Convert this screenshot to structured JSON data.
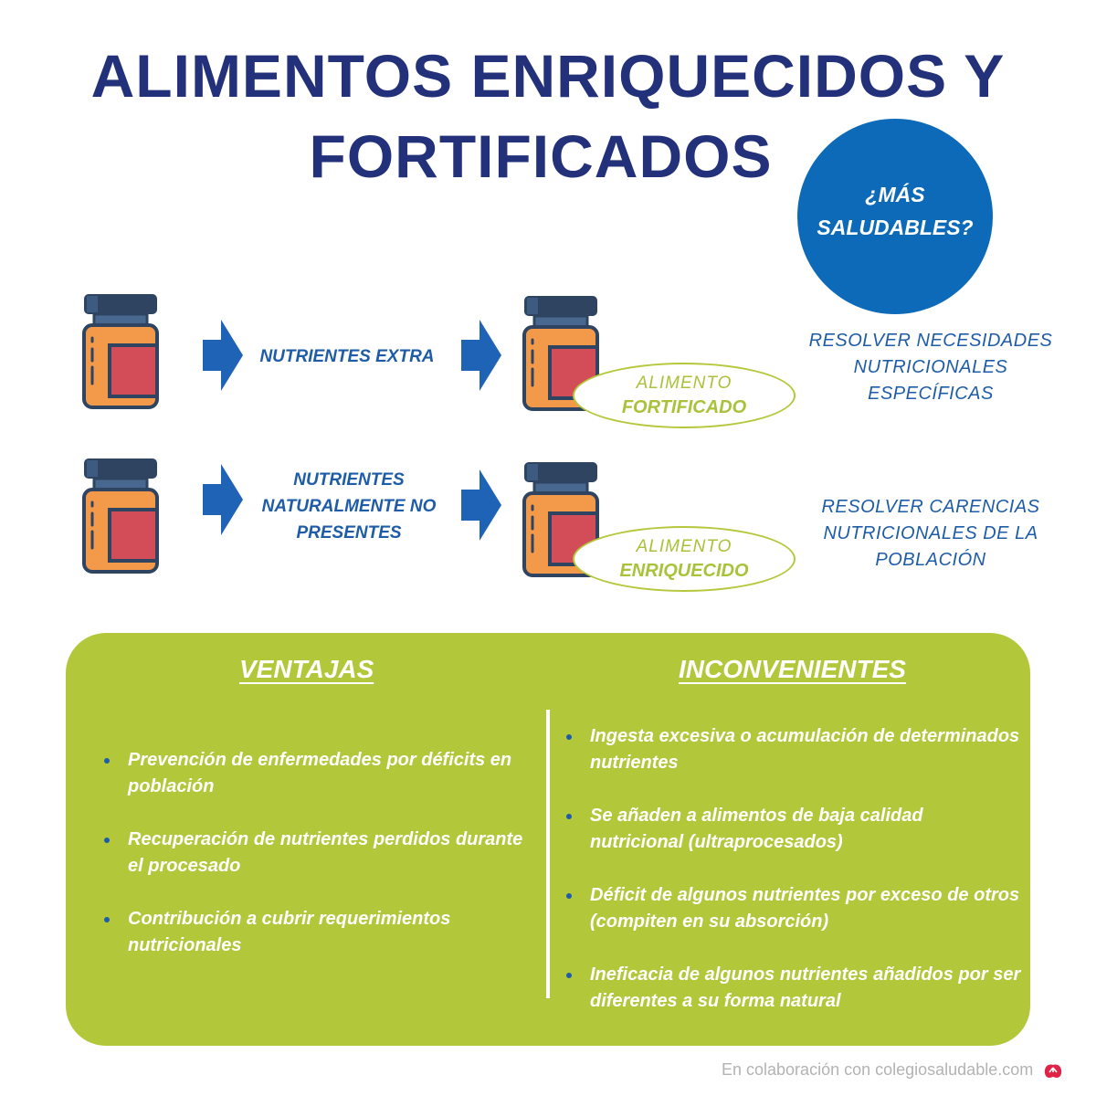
{
  "title": {
    "line1": "ALIMENTOS ENRIQUECIDOS Y",
    "line2": "FORTIFICADOS"
  },
  "badge": {
    "line1": "¿MÁS",
    "line2": "SALUDABLES?",
    "color": "#0d6ab8"
  },
  "flows": [
    {
      "input_icon": "jar-icon",
      "arrow_icon": "arrow-right-icon",
      "nutrient_lines": [
        "NUTRIENTES EXTRA"
      ],
      "result_icon": "jar-icon",
      "result_label": "ALIMENTO",
      "result_type": "FORTIFICADO",
      "goal_lines": [
        "RESOLVER NECESIDADES",
        "NUTRICIONALES",
        "ESPECÍFICAS"
      ]
    },
    {
      "input_icon": "jar-icon",
      "arrow_icon": "arrow-right-icon",
      "nutrient_lines": [
        "NUTRIENTES",
        "NATURALMENTE NO",
        "PRESENTES"
      ],
      "result_icon": "jar-icon",
      "result_label": "ALIMENTO",
      "result_type": "ENRIQUECIDO",
      "goal_lines": [
        "RESOLVER CARENCIAS",
        "NUTRICIONALES DE LA",
        "POBLACIÓN"
      ]
    }
  ],
  "panel": {
    "color": "#b3c73a",
    "advantages": {
      "title": "VENTAJAS",
      "items": [
        "Prevención de enfermedades por déficits en población",
        "Recuperación de nutrientes perdidos durante el procesado",
        "Contribución a cubrir requerimientos nutricionales"
      ]
    },
    "disadvantages": {
      "title": "INCONVENIENTES",
      "items": [
        "Ingesta excesiva o acumulación de determinados nutrientes",
        "Se añaden a alimentos de baja calidad nutricional (ultraprocesados)",
        "Déficit de algunos nutrientes por exceso de otros (compiten en su absorción)",
        "Ineficacia de algunos nutrientes añadidos por ser diferentes  a su forma natural"
      ]
    }
  },
  "footer": {
    "text": "En colaboración con colegiosaludable.com",
    "logo_icon": "apple-logo-icon"
  }
}
